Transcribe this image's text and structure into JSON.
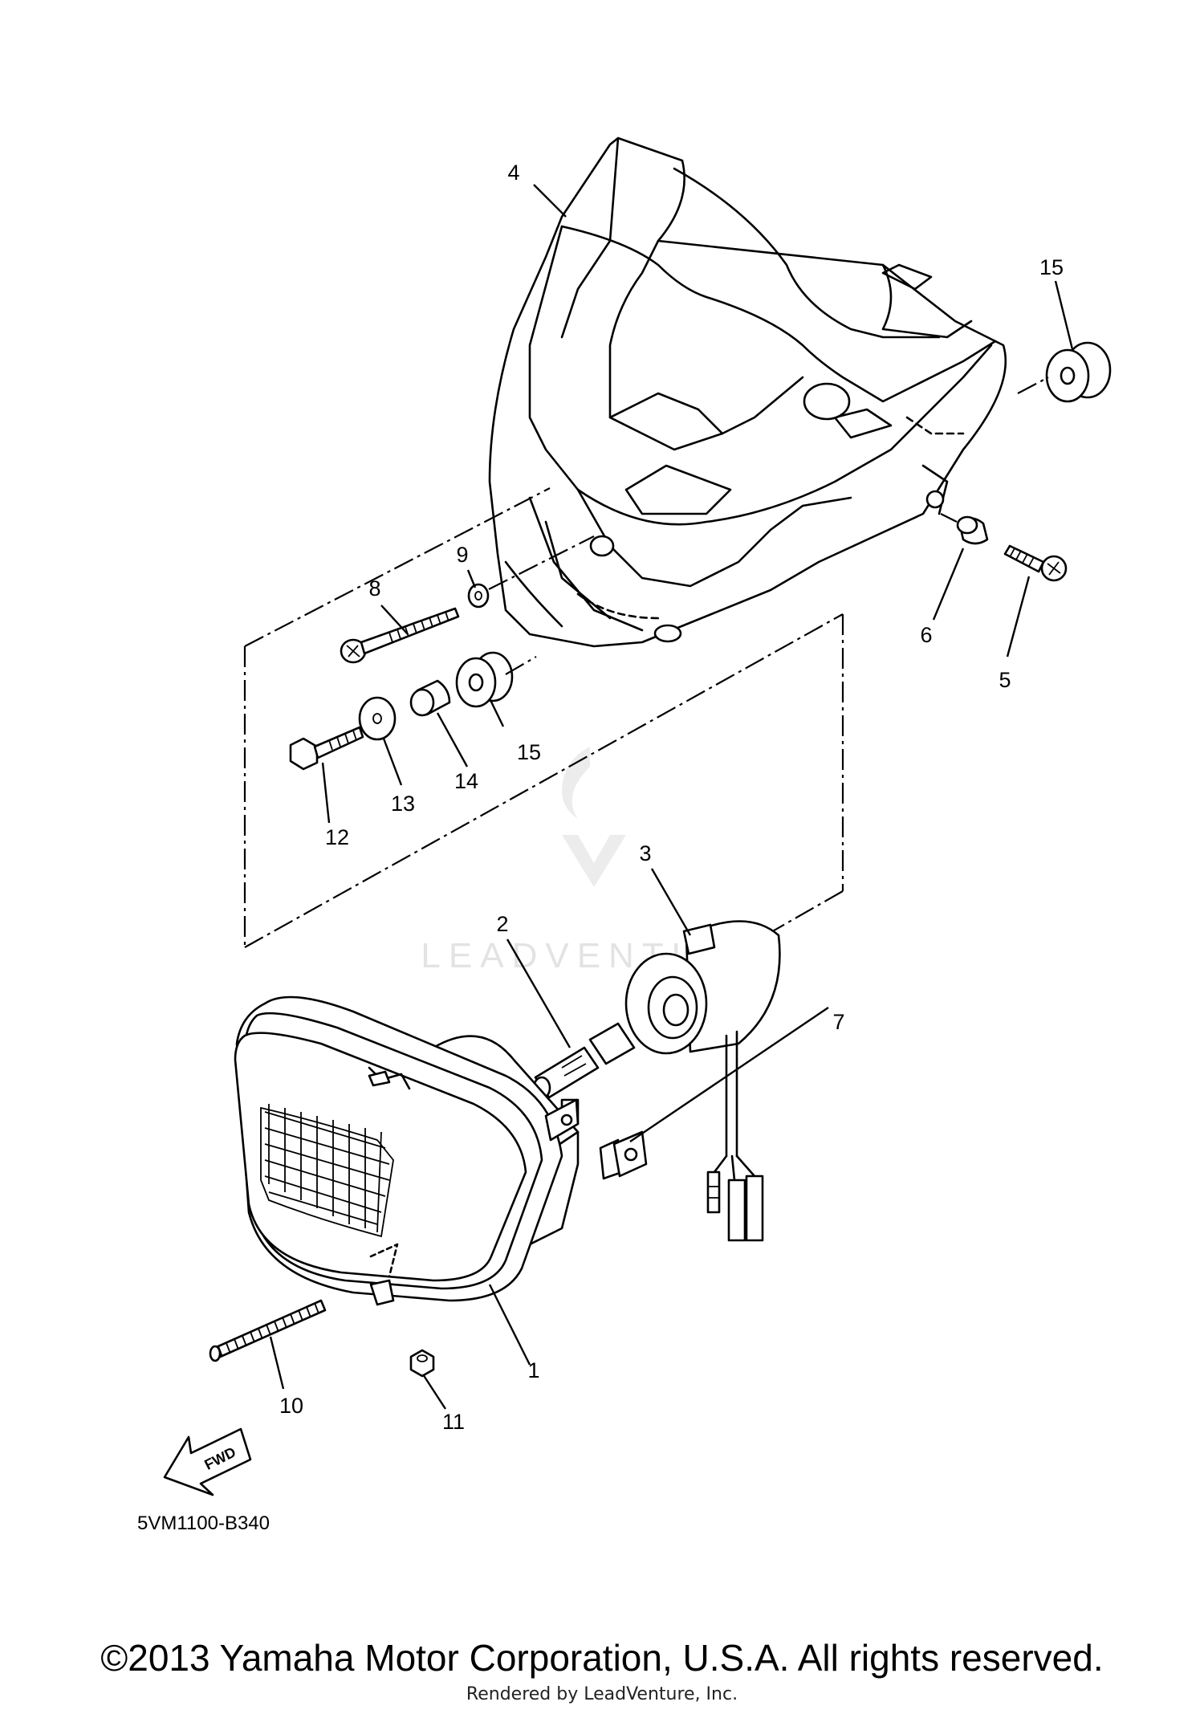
{
  "diagram": {
    "code": "5VM1100-B340",
    "fwd_label": "FWD",
    "callouts": {
      "c1": "1",
      "c2": "2",
      "c3": "3",
      "c4": "4",
      "c5": "5",
      "c6": "6",
      "c7": "7",
      "c8": "8",
      "c9": "9",
      "c10": "10",
      "c11": "11",
      "c12": "12",
      "c13": "13",
      "c14": "14",
      "c15a": "15",
      "c15b": "15"
    }
  },
  "watermark": {
    "text": "LEADVENTURE"
  },
  "footer": {
    "copyright": "©2013 Yamaha Motor Corporation, U.S.A. All rights reserved.",
    "rendered_by": "Rendered by LeadVenture, Inc."
  }
}
